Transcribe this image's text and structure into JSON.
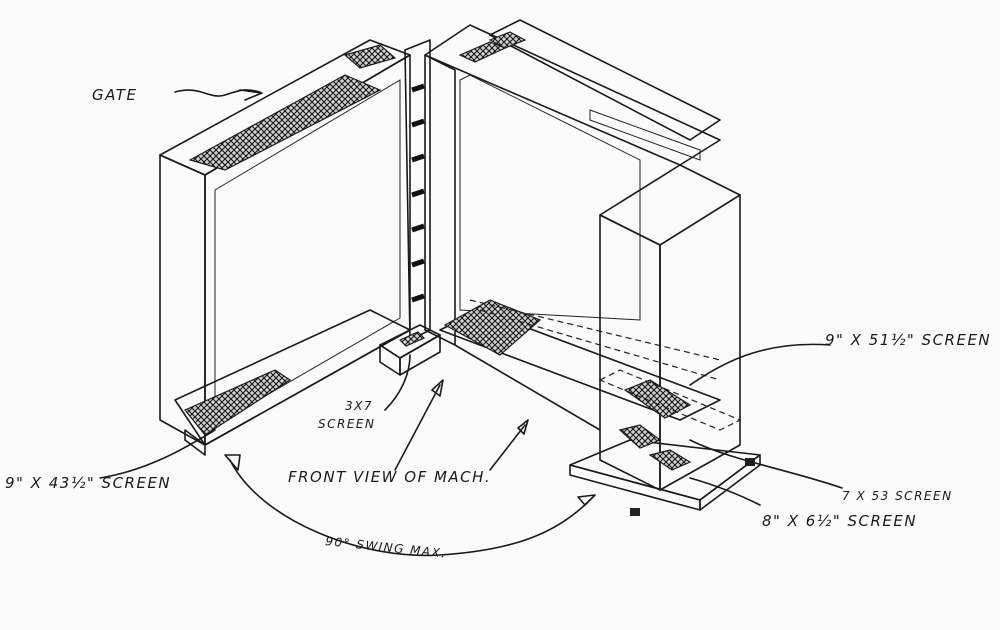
{
  "labels": {
    "gate": "GATE",
    "screen_9x51": "9\" X 51½\" SCREEN",
    "screen_3x7_a": "3X7",
    "screen_3x7_b": "SCREEN",
    "front_view": "FRONT VIEW OF MACH.",
    "screen_9x43": "9\" X 43½\" SCREEN",
    "screen_7x53": "7 X 53 SCREEN",
    "screen_8x6": "8\" X 6½\" SCREEN",
    "swing": "90° SWING MAX."
  }
}
